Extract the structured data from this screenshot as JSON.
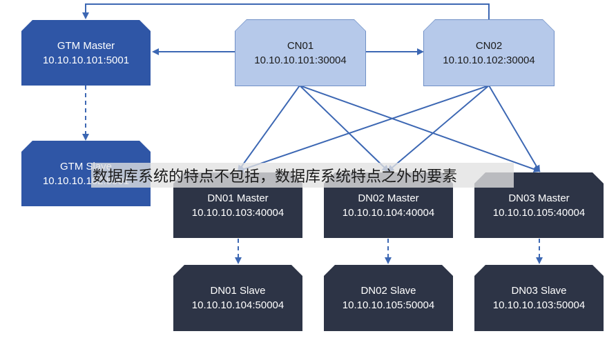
{
  "nodes": {
    "gtm_master": {
      "name": "GTM Master",
      "addr": "10.10.10.101:5001"
    },
    "gtm_slave": {
      "name": "GTM Slave",
      "addr": "10.10.10.102:5001"
    },
    "cn01": {
      "name": "CN01",
      "addr": "10.10.10.101:30004"
    },
    "cn02": {
      "name": "CN02",
      "addr": "10.10.10.102:30004"
    },
    "dn01_master": {
      "name": "DN01 Master",
      "addr": "10.10.10.103:40004"
    },
    "dn02_master": {
      "name": "DN02 Master",
      "addr": "10.10.10.104:40004"
    },
    "dn03_master": {
      "name": "DN03 Master",
      "addr": "10.10.10.105:40004"
    },
    "dn01_slave": {
      "name": "DN01 Slave",
      "addr": "10.10.10.104:50004"
    },
    "dn02_slave": {
      "name": "DN02 Slave",
      "addr": "10.10.10.105:50004"
    },
    "dn03_slave": {
      "name": "DN03 Slave",
      "addr": "10.10.10.103:50004"
    }
  },
  "overlay_text": "数据库系统的特点不包括，数据库系统特点之外的要素",
  "colors": {
    "gtm": "#2f56a6",
    "cn": "#b6c9ea",
    "dn": "#2d3446",
    "line": "#3c67b3"
  }
}
